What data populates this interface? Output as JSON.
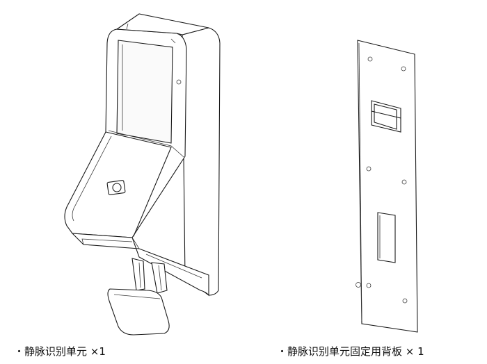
{
  "captions": {
    "left": "・静脉识别单元 ×1",
    "right": "・静脉识别单元固定用背板 × 1"
  },
  "icons": {
    "device": "vein-recognition-unit-drawing",
    "plate": "mounting-back-plate-drawing"
  }
}
